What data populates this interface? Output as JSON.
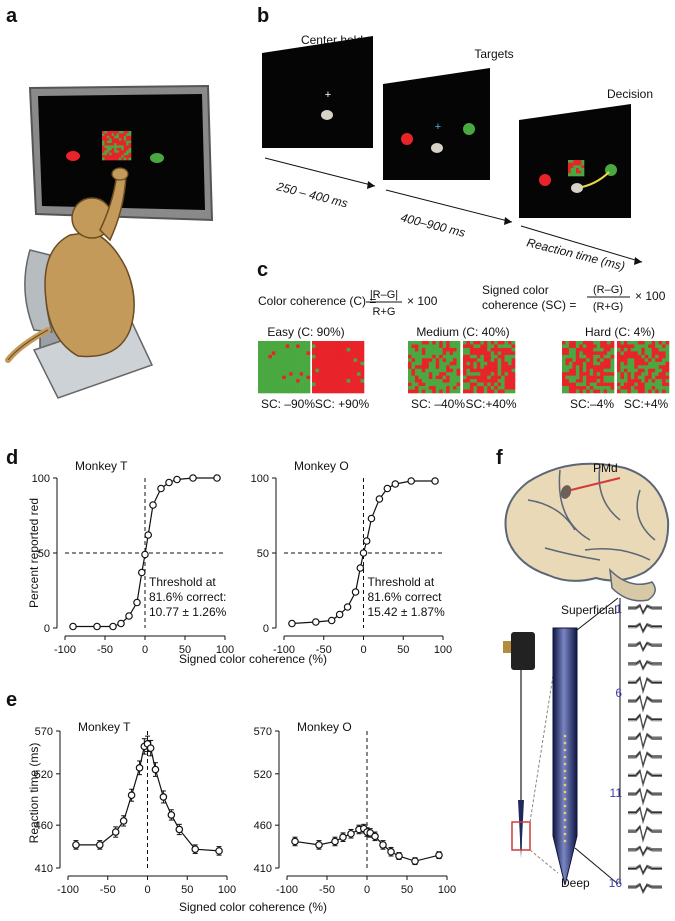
{
  "panels": {
    "a": "a",
    "b": "b",
    "c": "c",
    "d": "d",
    "e": "e",
    "f": "f"
  },
  "panel_b": {
    "screens": [
      "Center hold",
      "Targets",
      "Decision"
    ],
    "intervals": [
      "250 – 400 ms",
      "400–900 ms",
      "Reaction time (ms)"
    ]
  },
  "panel_c": {
    "color_coherence_label": "Color coherence (C) =",
    "cc_numerator": "|R–G|",
    "cc_denominator": "R+G",
    "times_100": "× 100",
    "signed_line1": "Signed color",
    "signed_line2": "coherence (SC) =",
    "sc_numerator": "(R–G)",
    "sc_denominator": "(R+G)",
    "levels": [
      {
        "name": "Easy (C: 90%)",
        "stimuli": [
          "SC: –90%",
          "SC: +90%"
        ]
      },
      {
        "name": "Medium (C: 40%)",
        "stimuli": [
          "SC: –40%",
          "SC:+40%"
        ]
      },
      {
        "name": "Hard (C: 4%)",
        "stimuli": [
          "SC:–4%",
          "SC:+4%"
        ]
      }
    ]
  },
  "panel_f": {
    "area_label": "PMd",
    "superficial_label": "Superficial",
    "deep_label": "Deep",
    "channel_labels": [
      "1",
      "6",
      "11",
      "16"
    ]
  },
  "chart_data": [
    {
      "type": "line",
      "panel": "d",
      "title": "Monkey T",
      "xlabel": "Signed color coherence (%)",
      "ylabel": "Percent reported red",
      "xlim": [
        -100,
        100
      ],
      "ylim": [
        0,
        100
      ],
      "xticks": [
        -100,
        -50,
        0,
        50,
        100
      ],
      "yticks": [
        0,
        50,
        100
      ],
      "annotation": [
        "Threshold at",
        "81.6% correct:",
        "10.77 ± 1.26%"
      ],
      "x": [
        -90,
        -60,
        -40,
        -30,
        -20,
        -10,
        -4,
        0,
        4,
        10,
        20,
        30,
        40,
        60,
        90
      ],
      "y": [
        1,
        1,
        1,
        3,
        8,
        17,
        37,
        49,
        62,
        82,
        93,
        97,
        99,
        100,
        100
      ]
    },
    {
      "type": "line",
      "panel": "d",
      "title": "Monkey O",
      "xlabel": "Signed color coherence (%)",
      "ylabel": "",
      "xlim": [
        -100,
        100
      ],
      "ylim": [
        0,
        100
      ],
      "xticks": [
        -100,
        -50,
        0,
        50,
        100
      ],
      "yticks": [
        0,
        50,
        100
      ],
      "annotation": [
        "Threshold at",
        "81.6% correct",
        "15.42 ± 1.87%"
      ],
      "x": [
        -90,
        -60,
        -40,
        -30,
        -20,
        -10,
        -4,
        0,
        4,
        10,
        20,
        30,
        40,
        60,
        90
      ],
      "y": [
        3,
        4,
        5,
        9,
        14,
        24,
        40,
        50,
        58,
        73,
        86,
        93,
        96,
        98,
        98
      ]
    },
    {
      "type": "line",
      "panel": "e",
      "title": "Monkey T",
      "xlabel": "Signed color coherence (%)",
      "ylabel": "Reaction time (ms)",
      "xlim": [
        -100,
        100
      ],
      "ylim": [
        410,
        570
      ],
      "xticks": [
        -100,
        -50,
        0,
        50,
        100
      ],
      "yticks": [
        410,
        460,
        520,
        570
      ],
      "x": [
        -90,
        -60,
        -40,
        -30,
        -20,
        -10,
        -4,
        0,
        4,
        10,
        20,
        30,
        40,
        60,
        90
      ],
      "y": [
        437,
        437,
        452,
        465,
        495,
        527,
        552,
        555,
        550,
        525,
        493,
        472,
        455,
        432,
        430
      ],
      "err": [
        5,
        5,
        6,
        6,
        7,
        8,
        9,
        9,
        9,
        8,
        7,
        6,
        6,
        5,
        5
      ]
    },
    {
      "type": "line",
      "panel": "e",
      "title": "Monkey O",
      "xlabel": "",
      "ylabel": "",
      "xlim": [
        -100,
        100
      ],
      "ylim": [
        410,
        570
      ],
      "xticks": [
        -100,
        -50,
        0,
        50,
        100
      ],
      "yticks": [
        410,
        460,
        520,
        570
      ],
      "x": [
        -90,
        -60,
        -40,
        -30,
        -20,
        -10,
        -4,
        0,
        4,
        10,
        20,
        30,
        40,
        60,
        90
      ],
      "y": [
        441,
        437,
        441,
        446,
        450,
        455,
        456,
        452,
        451,
        447,
        437,
        429,
        424,
        418,
        425
      ],
      "err": [
        5,
        5,
        5,
        5,
        5,
        5,
        5,
        5,
        5,
        5,
        5,
        5,
        4,
        4,
        4
      ]
    }
  ],
  "colors": {
    "red": "#e8232a",
    "green": "#4aa840",
    "monkey_fur": "#c49a5a",
    "brain": "#e9d9b6",
    "electrode": "#1f2a5c"
  }
}
